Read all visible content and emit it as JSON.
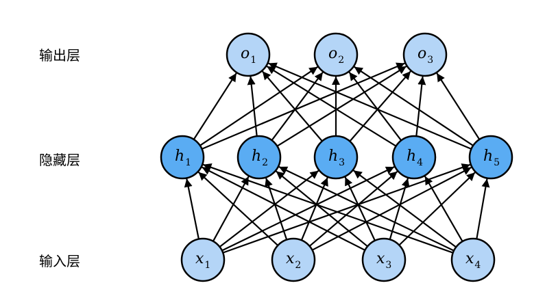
{
  "colors": {
    "output_fill": "#b4d5f7",
    "hidden_fill": "#5aacf3",
    "input_fill": "#b4d5f7",
    "stroke": "#000000"
  },
  "labels": {
    "output": "输出层",
    "hidden": "隐藏层",
    "input": "输入层"
  },
  "layers": {
    "output": [
      {
        "var": "o",
        "sub": "1"
      },
      {
        "var": "o",
        "sub": "2"
      },
      {
        "var": "o",
        "sub": "3"
      }
    ],
    "hidden": [
      {
        "var": "h",
        "sub": "1"
      },
      {
        "var": "h",
        "sub": "2"
      },
      {
        "var": "h",
        "sub": "3"
      },
      {
        "var": "h",
        "sub": "4"
      },
      {
        "var": "h",
        "sub": "5"
      }
    ],
    "input": [
      {
        "var": "x",
        "sub": "1"
      },
      {
        "var": "x",
        "sub": "2"
      },
      {
        "var": "x",
        "sub": "3"
      },
      {
        "var": "x",
        "sub": "4"
      }
    ]
  },
  "connections": "fully-connected"
}
